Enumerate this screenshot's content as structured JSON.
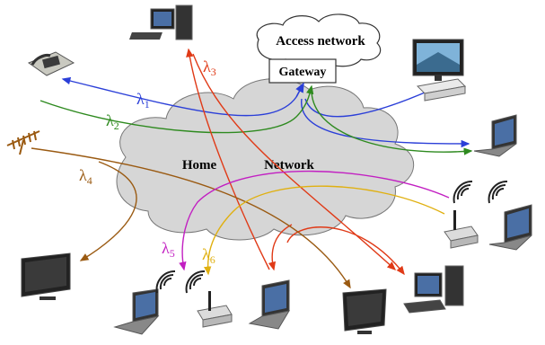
{
  "cloud_labels": {
    "access_network": "Access network",
    "gateway": "Gateway",
    "home": "Home",
    "network": "Network"
  },
  "wavelengths": [
    {
      "symbol": "λ",
      "index": "1",
      "color": "#2b3fd8"
    },
    {
      "symbol": "λ",
      "index": "2",
      "color": "#2e8a1f"
    },
    {
      "symbol": "λ",
      "index": "3",
      "color": "#e03a17"
    },
    {
      "symbol": "λ",
      "index": "4",
      "color": "#9a5a12"
    },
    {
      "symbol": "λ",
      "index": "5",
      "color": "#c21fc2"
    },
    {
      "symbol": "λ",
      "index": "6",
      "color": "#e0b010"
    }
  ]
}
